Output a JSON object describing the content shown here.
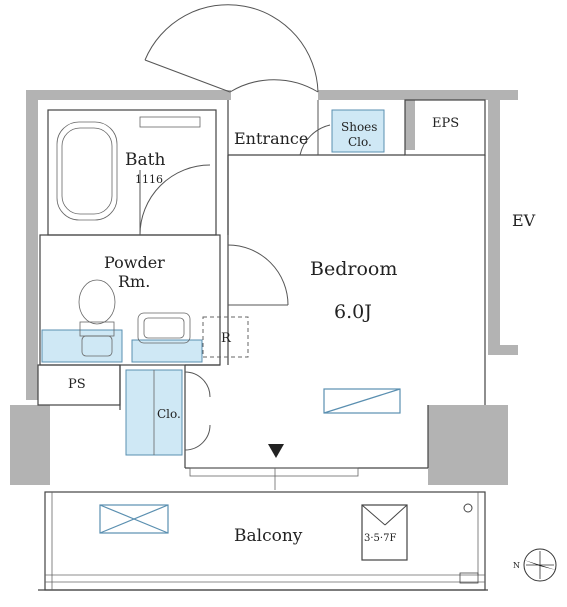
{
  "rooms": {
    "entrance": "Entrance",
    "shoes": "Shoes\nClo.",
    "shoes_line1": "Shoes",
    "shoes_line2": "Clo.",
    "eps": "EPS",
    "bath": "Bath",
    "bath_size": "1116",
    "powder_line1": "Powder",
    "powder_line2": "Rm.",
    "bedroom": "Bedroom",
    "bedroom_size": "6.0J",
    "refrigerator": "R",
    "ps": "PS",
    "closet": "Clo.",
    "balcony": "Balcony",
    "floors": "3·5·7F",
    "ev": "EV",
    "north": "N"
  }
}
